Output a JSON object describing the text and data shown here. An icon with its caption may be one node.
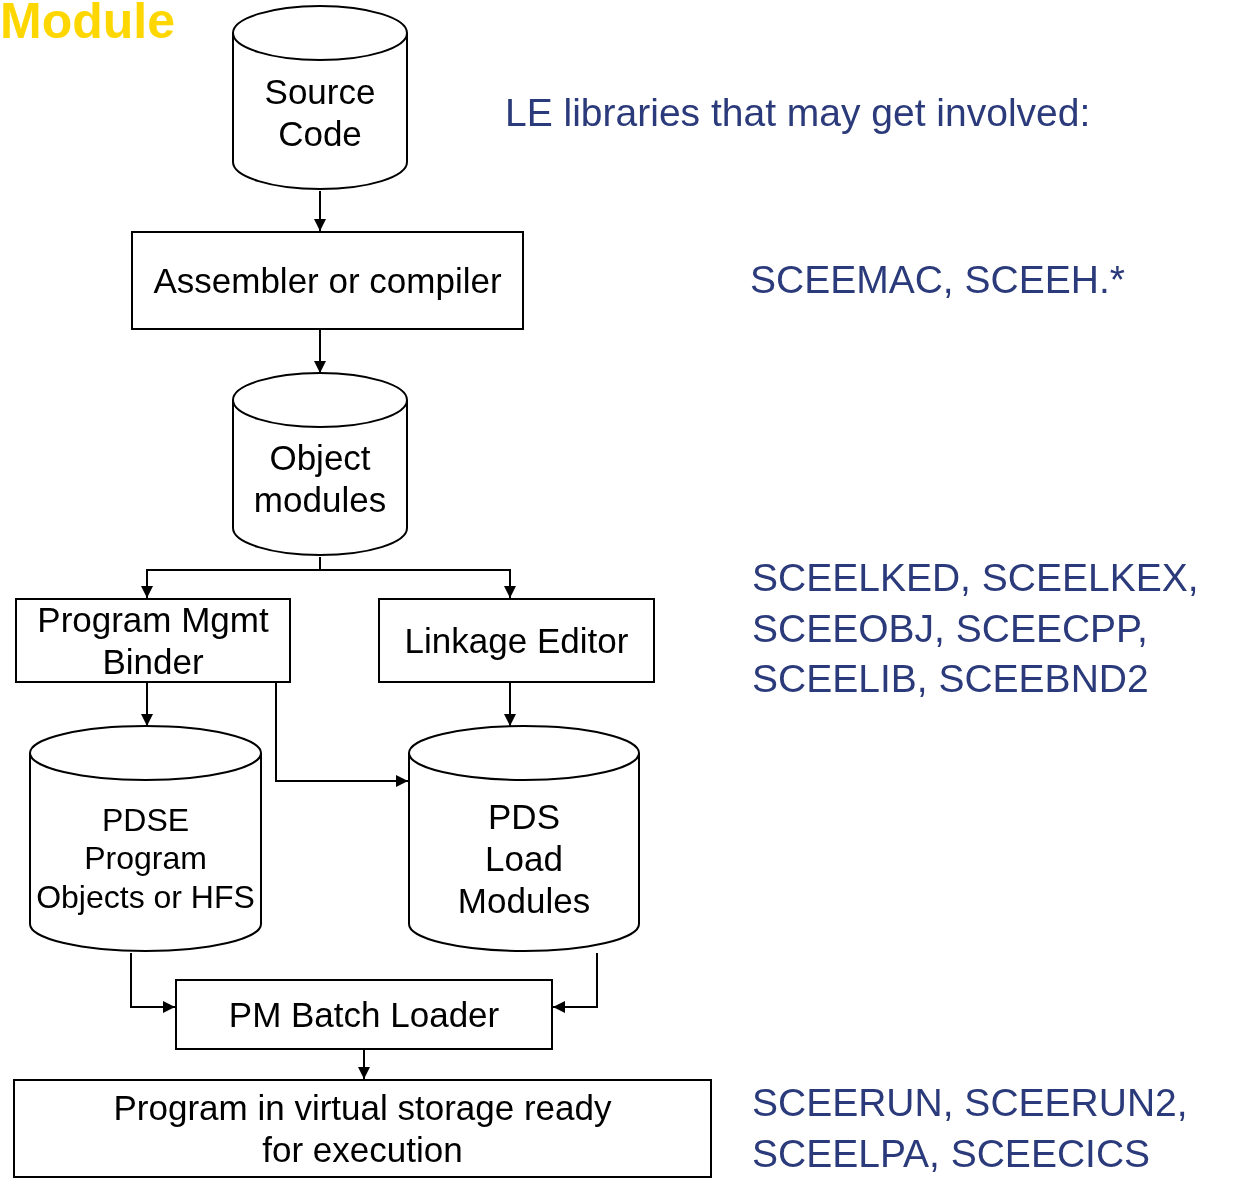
{
  "diagram": {
    "title": "Module",
    "nodes": [
      {
        "text": [
          "Source Code"
        ]
      },
      {
        "text": [
          "Assembler or compiler"
        ]
      },
      {
        "text": [
          "Object modules"
        ]
      },
      {
        "text": [
          "Program Mgmt Binder"
        ]
      },
      {
        "text": [
          "Linkage Editor"
        ]
      },
      {
        "text": [
          "PDSE",
          "Program Objects or HFS"
        ]
      },
      {
        "text": [
          "PDS",
          "Load Modules"
        ]
      },
      {
        "text": [
          "PM Batch Loader"
        ]
      },
      {
        "text": [
          "Program in virtual storage ready for execution"
        ]
      }
    ],
    "edges": [
      {
        "from": 0,
        "to": 1,
        "arrow": "to"
      },
      {
        "from": 1,
        "to": 2,
        "arrow": "to"
      },
      {
        "from": 2,
        "to": 3,
        "arrow": "to"
      },
      {
        "from": 2,
        "to": 4,
        "arrow": "to"
      },
      {
        "from": 3,
        "to": 5,
        "arrow": "to"
      },
      {
        "from": 3,
        "to": 6,
        "arrow": "to"
      },
      {
        "from": 4,
        "to": 6,
        "arrow": "to"
      },
      {
        "from": 5,
        "to": 7,
        "arrow": "to"
      },
      {
        "from": 6,
        "to": 7,
        "arrow": "to"
      },
      {
        "from": 7,
        "to": 8,
        "arrow": "to"
      }
    ],
    "labels": [
      "LE libraries that may get involved:",
      "SCEEMAC, SCEEH.*",
      "SCEELKED, SCEELKEX, SCEEOBJ, SCEECPP, SCEELIB, SCEEBND2",
      "SCEERUN, SCEERUN2, SCEELPA, SCEECICS"
    ]
  }
}
